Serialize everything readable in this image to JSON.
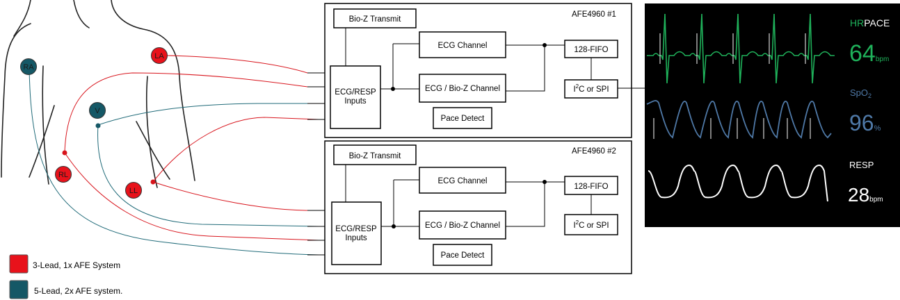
{
  "colors": {
    "three_lead": "#e8121b",
    "five_lead": "#155866",
    "wire_red": "#d8141c",
    "wire_teal": "#1f6a78",
    "monitor_bg": "#000000",
    "hr_green": "#1fb15a",
    "spo2_blue": "#4f79a7",
    "resp_white": "#ffffff"
  },
  "electrodes": [
    {
      "id": "ra",
      "label": "RA",
      "lead": "five"
    },
    {
      "id": "la",
      "label": "LA",
      "lead": "three"
    },
    {
      "id": "v",
      "label": "V",
      "lead": "five"
    },
    {
      "id": "rl",
      "label": "RL",
      "lead": "three"
    },
    {
      "id": "ll",
      "label": "LL",
      "lead": "three"
    }
  ],
  "afe": [
    {
      "title": "AFE4960  #1",
      "bioz_transmit": "Bio-Z Transmit",
      "inputs_line1": "ECG/RESP",
      "inputs_line2": "Inputs",
      "ecg_channel": "ECG Channel",
      "ecg_bioz_channel": "ECG / Bio-Z Channel",
      "pace_detect": "Pace Detect",
      "fifo": "128-FIFO",
      "iface_pre": "I",
      "iface_sup": "2",
      "iface_post": "C or SPI"
    },
    {
      "title": "AFE4960  #2",
      "bioz_transmit": "Bio-Z Transmit",
      "inputs_line1": "ECG/RESP",
      "inputs_line2": "Inputs",
      "ecg_channel": "ECG Channel",
      "ecg_bioz_channel": "ECG / Bio-Z Channel",
      "pace_detect": "Pace Detect",
      "fifo": "128-FIFO",
      "iface_pre": "I",
      "iface_sup": "2",
      "iface_post": "C or SPI"
    }
  ],
  "monitor": {
    "hr_label": "HR",
    "pace_label": "PACE",
    "hr_value": "64",
    "hr_unit": "bpm",
    "spo2_label": "SpO",
    "spo2_sub": "2",
    "spo2_value": "96",
    "spo2_unit": "%",
    "resp_label": "RESP",
    "resp_value": "28",
    "resp_unit": "bpm"
  },
  "legend": [
    {
      "label": "3-Lead, 1x AFE System",
      "color_key": "three_lead"
    },
    {
      "label": "5-Lead, 2x AFE system.",
      "color_key": "five_lead"
    }
  ]
}
